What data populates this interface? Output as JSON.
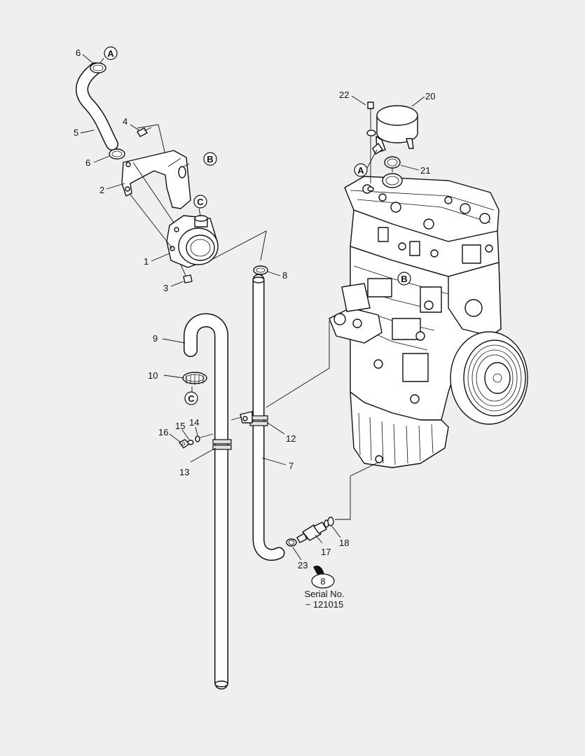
{
  "callouts": {
    "n1": "1",
    "n2": "2",
    "n3": "3",
    "n4": "4",
    "n5": "5",
    "n6a": "6",
    "n6b": "6",
    "n7": "7",
    "n8": "8",
    "n9": "9",
    "n10": "10",
    "n12": "12",
    "n13": "13",
    "n14": "14",
    "n15": "15",
    "n16": "16",
    "n17": "17",
    "n18": "18",
    "n20": "20",
    "n21": "21",
    "n22": "22",
    "n23": "23"
  },
  "references": {
    "a1": "A",
    "a2": "A",
    "b1": "B",
    "b2": "B",
    "c1": "C",
    "c2": "C"
  },
  "serial_note": {
    "ref": "8",
    "line1": "Serial No.",
    "line2": "~ 121015"
  }
}
